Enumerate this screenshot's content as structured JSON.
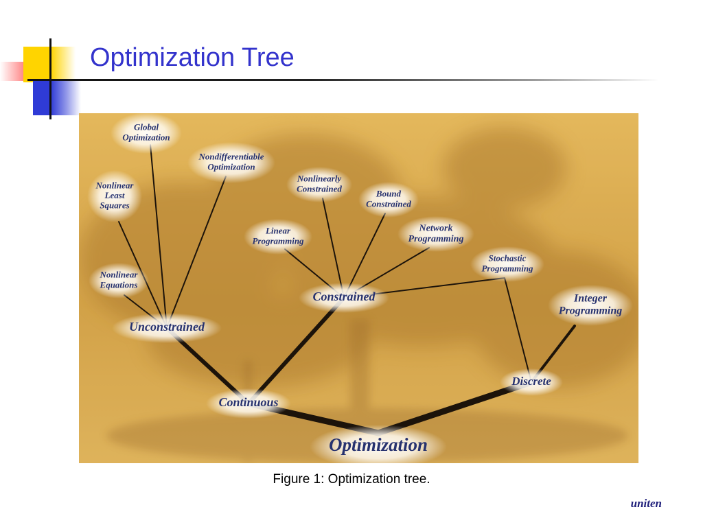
{
  "slide": {
    "title": "Optimization Tree",
    "caption": "Figure 1: Optimization tree.",
    "footer": "uniten"
  },
  "colors": {
    "title": "#3333cc",
    "accent_yellow": "#ffd400",
    "accent_blue": "#2f3bd6",
    "accent_pink": "#ff7a7a",
    "photo_background": "#d9a548",
    "node_text": "#27326f"
  },
  "diagram": {
    "nodes": [
      {
        "id": "optimization",
        "lines": [
          "Optimization"
        ]
      },
      {
        "id": "continuous",
        "lines": [
          "Continuous"
        ]
      },
      {
        "id": "discrete",
        "lines": [
          "Discrete"
        ]
      },
      {
        "id": "unconstrained",
        "lines": [
          "Unconstrained"
        ]
      },
      {
        "id": "constrained",
        "lines": [
          "Constrained"
        ]
      },
      {
        "id": "global",
        "lines": [
          "Global",
          "Optimization"
        ]
      },
      {
        "id": "nondiff",
        "lines": [
          "Nondifferentiable",
          "Optimization"
        ]
      },
      {
        "id": "nlls",
        "lines": [
          "Nonlinear",
          "Least",
          "Squares"
        ]
      },
      {
        "id": "nleq",
        "lines": [
          "Nonlinear",
          "Equations"
        ]
      },
      {
        "id": "nlc",
        "lines": [
          "Nonlinearly",
          "Constrained"
        ]
      },
      {
        "id": "bound",
        "lines": [
          "Bound",
          "Constrained"
        ]
      },
      {
        "id": "linprog",
        "lines": [
          "Linear",
          "Programming"
        ]
      },
      {
        "id": "network",
        "lines": [
          "Network",
          "Programming"
        ]
      },
      {
        "id": "stochastic",
        "lines": [
          "Stochastic",
          "Programming"
        ]
      },
      {
        "id": "integer",
        "lines": [
          "Integer",
          "Programming"
        ]
      }
    ],
    "edges": [
      [
        "optimization",
        "continuous"
      ],
      [
        "optimization",
        "discrete"
      ],
      [
        "continuous",
        "unconstrained"
      ],
      [
        "continuous",
        "constrained"
      ],
      [
        "unconstrained",
        "global"
      ],
      [
        "unconstrained",
        "nondiff"
      ],
      [
        "unconstrained",
        "nlls"
      ],
      [
        "unconstrained",
        "nleq"
      ],
      [
        "constrained",
        "nlc"
      ],
      [
        "constrained",
        "bound"
      ],
      [
        "constrained",
        "linprog"
      ],
      [
        "constrained",
        "network"
      ],
      [
        "constrained",
        "stochastic"
      ],
      [
        "discrete",
        "stochastic"
      ],
      [
        "discrete",
        "integer"
      ]
    ]
  }
}
